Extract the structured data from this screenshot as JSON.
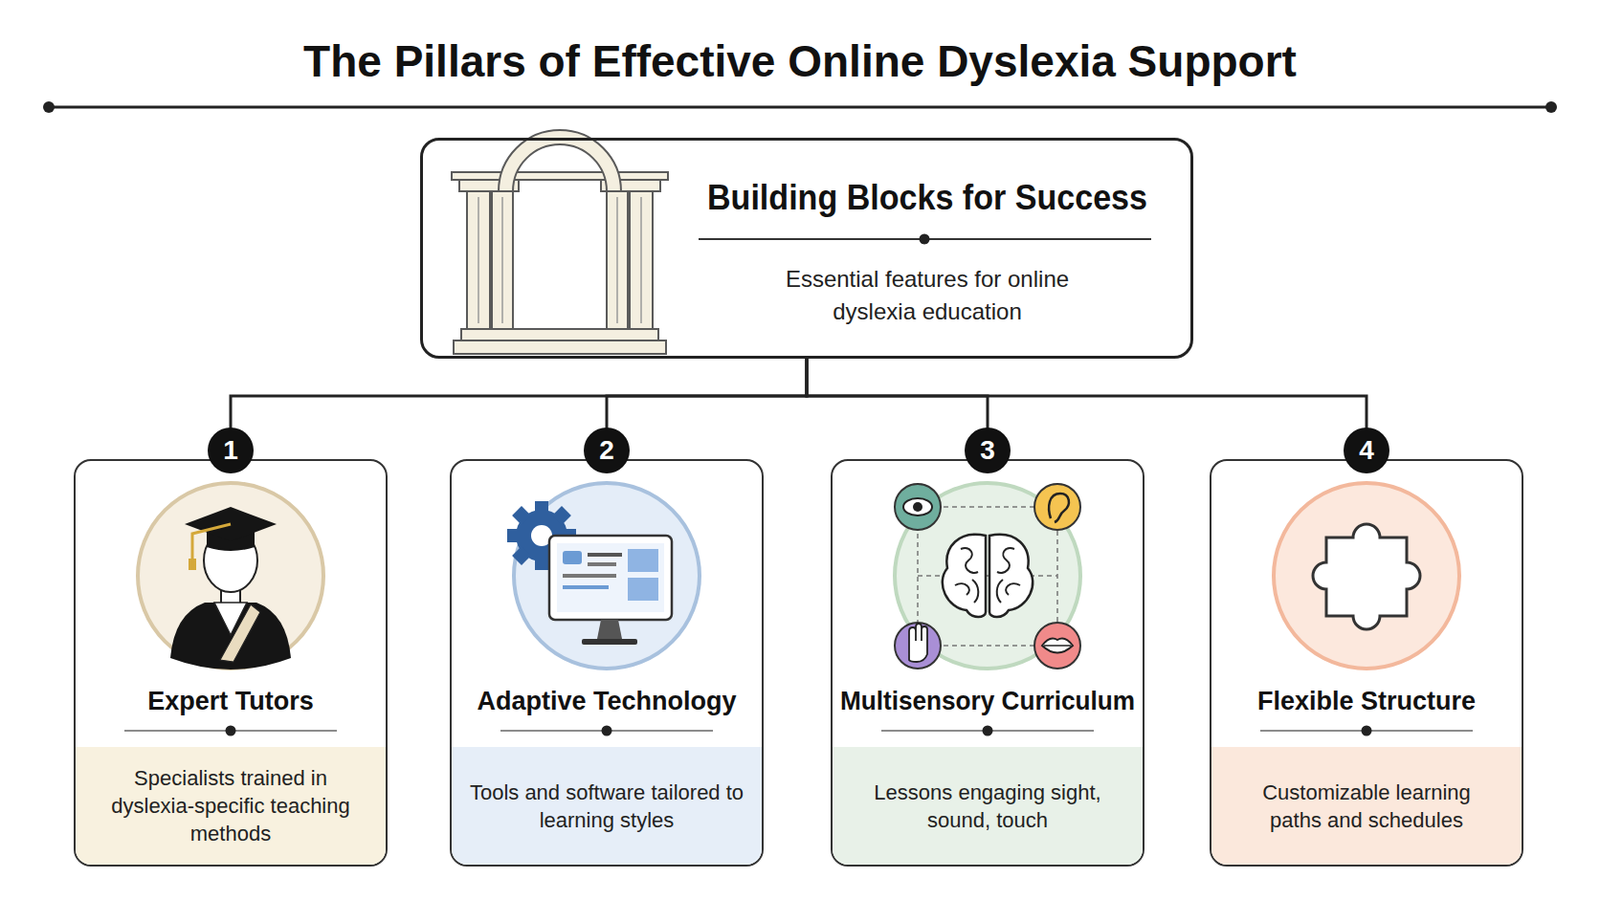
{
  "diagram": {
    "title": "The Pillars of Effective Online Dyslexia Support",
    "nodes": [
      {
        "text": [
          "Building Blocks for Success",
          "Essential features for online dyslexia education"
        ]
      },
      {
        "text": [
          "Expert Tutors",
          "Specialists trained in dyslexia-specific teaching methods"
        ]
      },
      {
        "text": [
          "Adaptive Technology",
          "Tools and software tailored to learning styles"
        ]
      },
      {
        "text": [
          "Multisensory Curriculum",
          "Lessons engaging sight, sound, touch"
        ]
      },
      {
        "text": [
          "Flexible Structure",
          "Customizable learning paths and schedules"
        ]
      }
    ],
    "edges": [
      {
        "from": 0,
        "to": 1,
        "arrow": "none"
      },
      {
        "from": 0,
        "to": 2,
        "arrow": "none"
      },
      {
        "from": 0,
        "to": 3,
        "arrow": "none"
      },
      {
        "from": 0,
        "to": 4,
        "arrow": "none"
      }
    ],
    "labels": [
      "1",
      "2",
      "3",
      "4"
    ]
  }
}
